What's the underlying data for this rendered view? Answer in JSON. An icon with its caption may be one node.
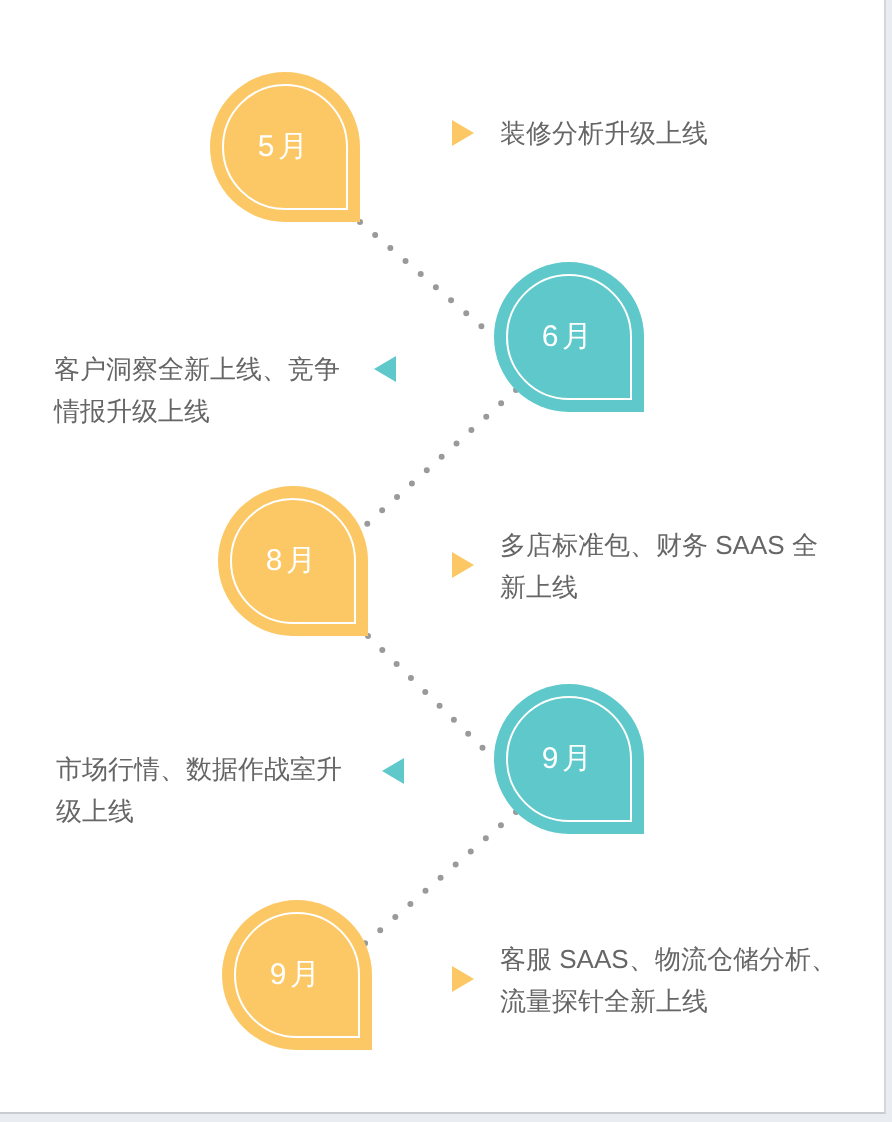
{
  "diagram": {
    "nodes": [
      {
        "text": [
          "5月"
        ]
      },
      {
        "text": [
          "6月"
        ]
      },
      {
        "text": [
          "8月"
        ]
      },
      {
        "text": [
          "9月"
        ]
      },
      {
        "text": [
          "9月"
        ]
      }
    ],
    "edges": [
      {
        "from": 0,
        "to": 1,
        "arrow": "none",
        "style": "dashed"
      },
      {
        "from": 1,
        "to": 2,
        "arrow": "none",
        "style": "dashed"
      },
      {
        "from": 2,
        "to": 3,
        "arrow": "none",
        "style": "dashed"
      },
      {
        "from": 3,
        "to": 4,
        "arrow": "none",
        "style": "dashed"
      }
    ],
    "labels": [
      "装修分析升级上线",
      "客户洞察全新上线、竞争情报升级上线",
      "多店标准包、财务 SAAS 全新上线",
      "市场行情、数据作战室升级上线",
      "客服 SAAS、物流仓储分析、流量探针全新上线"
    ]
  }
}
